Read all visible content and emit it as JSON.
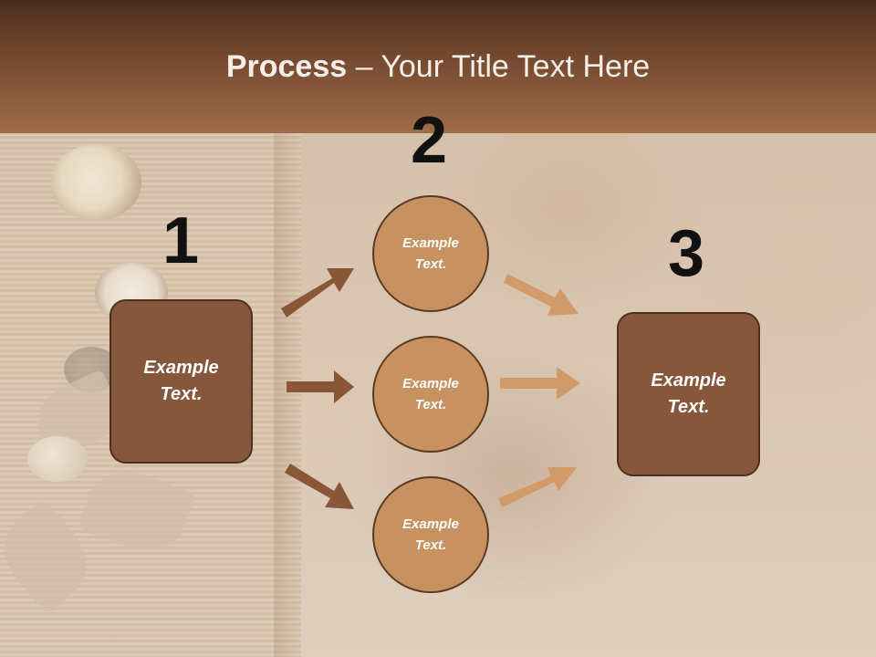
{
  "slide": {
    "title_bold": "Process",
    "title_rest": " – Your Title Text Here"
  },
  "steps": {
    "one": "1",
    "two": "2",
    "three": "3"
  },
  "left_box": {
    "text": "Example Text."
  },
  "circles": [
    {
      "text": "Example Text."
    },
    {
      "text": "Example Text."
    },
    {
      "text": "Example Text."
    }
  ],
  "right_box": {
    "text": "Example Text."
  },
  "colors": {
    "header_dark": "#4a2c1c",
    "box_fill": "#87573b",
    "circle_fill": "#c7925f",
    "arrow_dark": "#8a5638",
    "arrow_light": "#d09a6a"
  }
}
